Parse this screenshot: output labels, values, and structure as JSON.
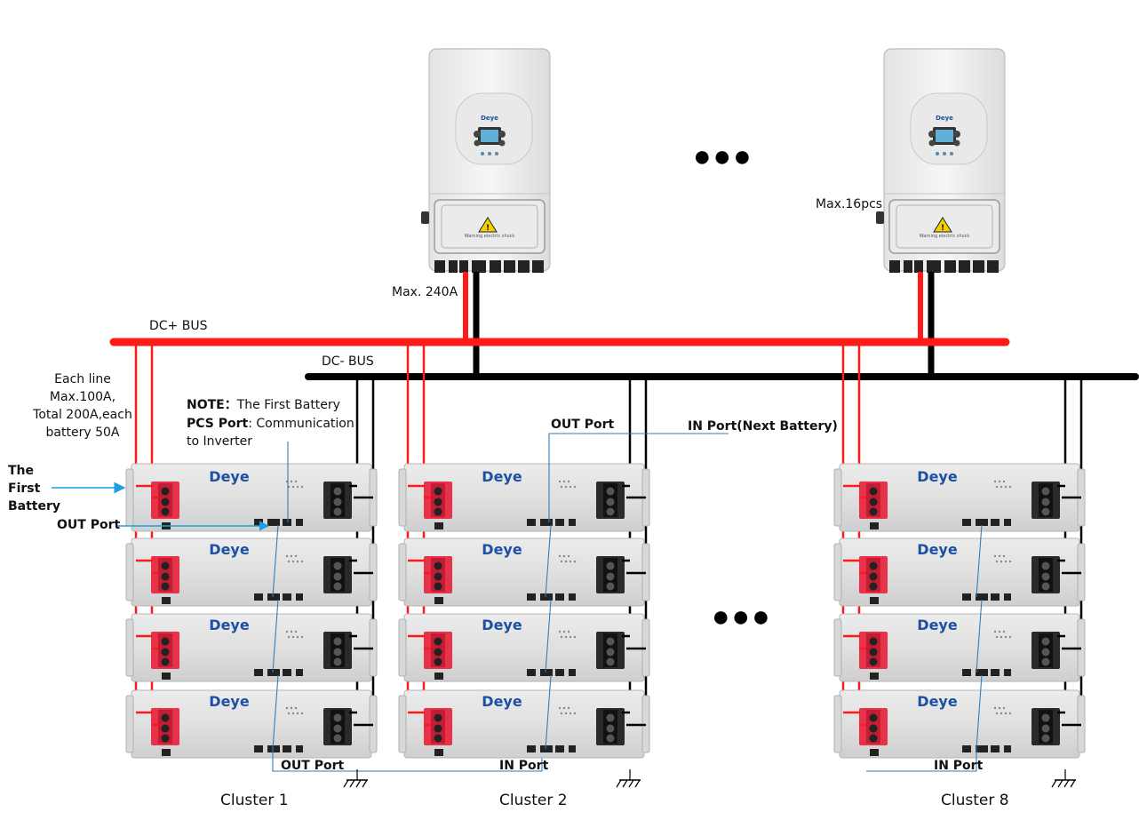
{
  "inverter_labels": {
    "max_current": "Max. 240A",
    "max_units": "Max.16pcs",
    "brand": "Deye",
    "warning": "Warning electric shock"
  },
  "bus": {
    "dc_plus": "DC+  BUS",
    "dc_minus": "DC-  BUS"
  },
  "line_note": {
    "l1": "Each line",
    "l2": "Max.100A,",
    "l3": "Total 200A,each",
    "l4": "battery 50A"
  },
  "note": {
    "prefix": "NOTE：",
    "text1": "The First Battery",
    "pcs_label": "PCS Port",
    "text2": ": Communication",
    "text3": "to Inverter"
  },
  "first_battery": {
    "l1": "The",
    "l2": "First",
    "l3": "Battery"
  },
  "ports": {
    "out_port_left": "OUT Port",
    "out_port_top": "OUT Port",
    "in_port_next": "IN Port(Next Battery)",
    "out_port_bottom": "OUT Port",
    "in_port_c2": "IN Port",
    "in_port_c8": "IN Port"
  },
  "battery_brand": "Deye",
  "clusters": [
    "Cluster 1",
    "Cluster 2",
    "Cluster 8"
  ],
  "ellipsis": "●●●",
  "colors": {
    "positive": "#ff1a1a",
    "negative": "#000000",
    "comm": "#2d7fbf",
    "arrow": "#1aa0e0",
    "brand": "#1d4fa3"
  }
}
